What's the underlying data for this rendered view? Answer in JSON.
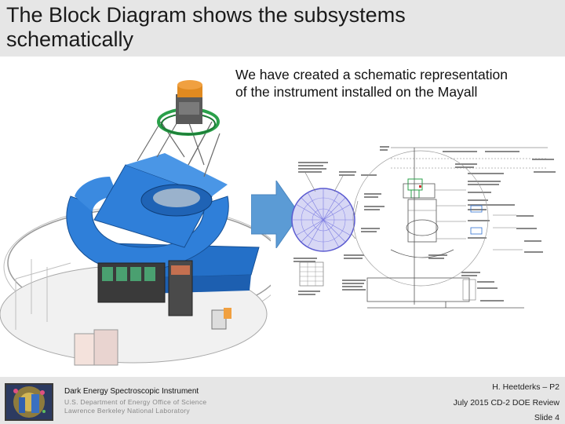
{
  "slide": {
    "title_line1": "The Block Diagram shows the subsystems",
    "title_line2": "schematically",
    "subtitle_line1": "We have created a schematic representation",
    "subtitle_line2": "of the instrument installed on the Mayall"
  },
  "footer": {
    "project": "Dark Energy Spectroscopic Instrument",
    "department": "U.S. Department of Energy Office of Science",
    "lab": "Lawrence Berkeley National Laboratory",
    "presenter": "H. Heetderks – P2",
    "event": "July 2015 CD-2 DOE Review",
    "slide_number": "Slide 4"
  },
  "colors": {
    "telescope_blue": "#2f7fd9",
    "telescope_dark": "#1d5fb0",
    "arrow_blue": "#5b9bd5",
    "focal_plane": "#8a8ae6",
    "optics_orange": "#e07a10",
    "ring_green": "#2aa04a",
    "bar_gray": "#e6e6e6"
  },
  "icons": [
    "desi-logo-icon",
    "right-arrow-icon"
  ]
}
